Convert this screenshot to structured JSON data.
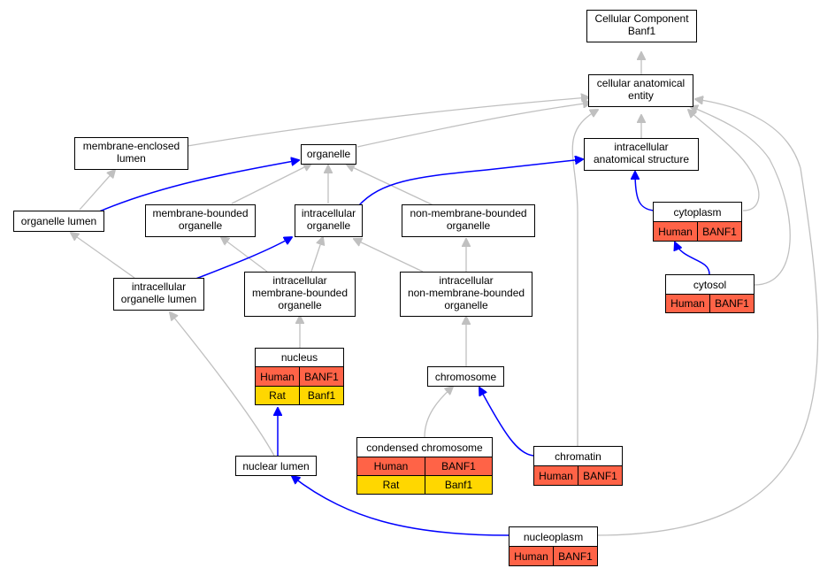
{
  "nodes": {
    "cc_banf1": [
      "Cellular Component",
      "Banf1"
    ],
    "cae": [
      "cellular anatomical",
      "entity"
    ],
    "mel": [
      "membrane-enclosed",
      "lumen"
    ],
    "organelle": [
      "organelle"
    ],
    "ias": [
      "intracellular",
      "anatomical structure"
    ],
    "organelle_lumen": [
      "organelle lumen"
    ],
    "mbo": [
      "membrane-bounded",
      "organelle"
    ],
    "io": [
      "intracellular",
      "organelle"
    ],
    "nmbo": [
      "non-membrane-bounded",
      "organelle"
    ],
    "iol": [
      "intracellular",
      "organelle lumen"
    ],
    "imbo": [
      "intracellular",
      "membrane-bounded",
      "organelle"
    ],
    "inmbo": [
      "intracellular",
      "non-membrane-bounded",
      "organelle"
    ],
    "chromosome": [
      "chromosome"
    ],
    "nuclear_lumen": [
      "nuclear lumen"
    ]
  },
  "table_nodes": {
    "cytoplasm": {
      "title": "cytoplasm",
      "rows": [
        [
          "Human",
          "BANF1"
        ]
      ]
    },
    "cytosol": {
      "title": "cytosol",
      "rows": [
        [
          "Human",
          "BANF1"
        ]
      ]
    },
    "nucleus": {
      "title": "nucleus",
      "rows": [
        [
          "Human",
          "BANF1"
        ],
        [
          "Rat",
          "Banf1"
        ]
      ]
    },
    "condensed_chromosome": {
      "title": "condensed chromosome",
      "rows": [
        [
          "Human",
          "BANF1"
        ],
        [
          "Rat",
          "Banf1"
        ]
      ]
    },
    "chromatin": {
      "title": "chromatin",
      "rows": [
        [
          "Human",
          "BANF1"
        ]
      ]
    },
    "nucleoplasm": {
      "title": "nucleoplasm",
      "rows": [
        [
          "Human",
          "BANF1"
        ]
      ]
    }
  },
  "species_colors": {
    "Human": "#ff6347",
    "Rat": "#ffd700"
  },
  "edge_colors": {
    "is_a": "#c0c0c0",
    "part_of": "#0000ff"
  }
}
